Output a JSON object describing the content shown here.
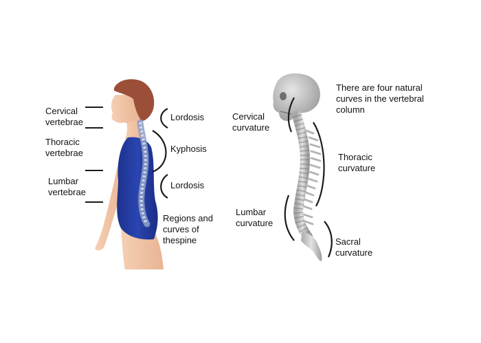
{
  "left_panel": {
    "region_labels": {
      "cervical": [
        "Cervical",
        "vertebrae"
      ],
      "thoracic": [
        "Thoracic",
        "vertebrae"
      ],
      "lumbar": [
        "Lumbar",
        "vertebrae"
      ]
    },
    "curve_labels": {
      "upper_lordosis": "Lordosis",
      "kyphosis": "Kyphosis",
      "lower_lordosis": "Lordosis"
    },
    "caption": [
      "Regions and",
      "curves of",
      "thespine"
    ]
  },
  "right_panel": {
    "intro": [
      "There are four natural",
      "curves in the vertebral",
      "column"
    ],
    "curvatures": {
      "cervical": [
        "Cervical",
        "curvature"
      ],
      "thoracic": [
        "Thoracic",
        "curvature"
      ],
      "lumbar": [
        "Lumbar",
        "curvature"
      ],
      "sacral": [
        "Sacral",
        "curvature"
      ]
    }
  },
  "colors": {
    "skin": "#f2c5a8",
    "hair": "#9b4f38",
    "bodysuit": "#243b9f",
    "bone": "#c8c8c8",
    "line": "#1a1a1a"
  }
}
